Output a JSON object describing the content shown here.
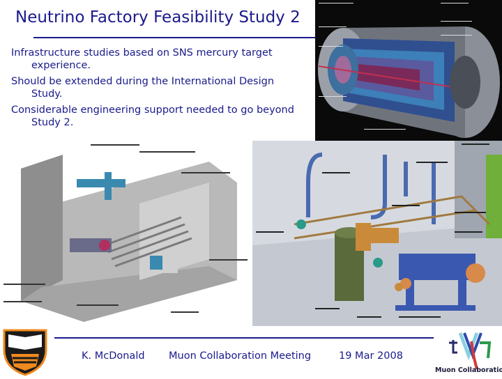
{
  "slide": {
    "title": "Neutrino Factory Feasibility Study 2",
    "bullets": [
      {
        "line1": "Infrastructure studies based on SNS mercury target",
        "line2": "experience."
      },
      {
        "line1": "Should be extended during the International Design",
        "line2": "Study."
      },
      {
        "line1": "Considerable engineering support needed to go beyond",
        "line2": "Study 2."
      }
    ]
  },
  "footer": {
    "author": "K. McDonald",
    "meeting": "Muon Collaboration Meeting",
    "date": "19 Mar 2008"
  },
  "logos": {
    "princeton": "princeton-shield-icon",
    "muon": "muon-collaboration-logo",
    "muon_text": "Muon Collaboration"
  },
  "colors": {
    "text": "#1a1a8c",
    "background": "#ffffff"
  }
}
